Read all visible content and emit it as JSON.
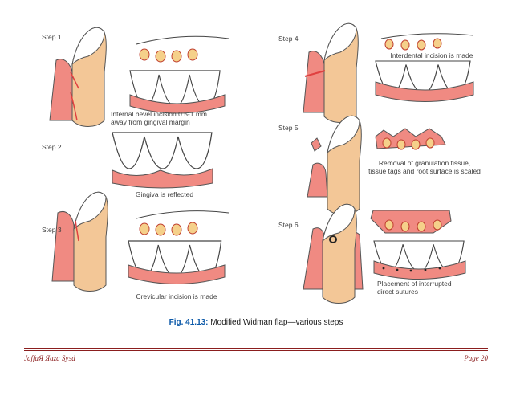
{
  "figure": {
    "steps": [
      {
        "label": "Step 1",
        "caption_lines": [
          "Internal bevel incision 0.5-1 mm",
          "away from gingival margin"
        ]
      },
      {
        "label": "Step 2",
        "caption_lines": [
          "Gingiva is reflected"
        ]
      },
      {
        "label": "Step 3",
        "caption_lines": [
          "Crevicular incision is made"
        ]
      },
      {
        "label": "Step 4",
        "caption_lines": [
          "Interdental incision is made"
        ]
      },
      {
        "label": "Step 5",
        "caption_lines": [
          "Removal of granulation tissue,",
          "tissue tags and root surface is scaled"
        ]
      },
      {
        "label": "Step 6",
        "caption_lines": [
          "Placement of interrupted",
          "direct sutures"
        ]
      }
    ],
    "caption_number": "Fig. 41.13:",
    "caption_text": "Modified Widman flap—various steps"
  },
  "colors": {
    "gum": "#f08a82",
    "tooth": "#ffffff",
    "root": "#f3c797",
    "accent": "#e04040",
    "footer": "#8b1e1e"
  },
  "footer": {
    "author": "JaffaЯ Яaza Syэd",
    "page": "Page 20"
  }
}
